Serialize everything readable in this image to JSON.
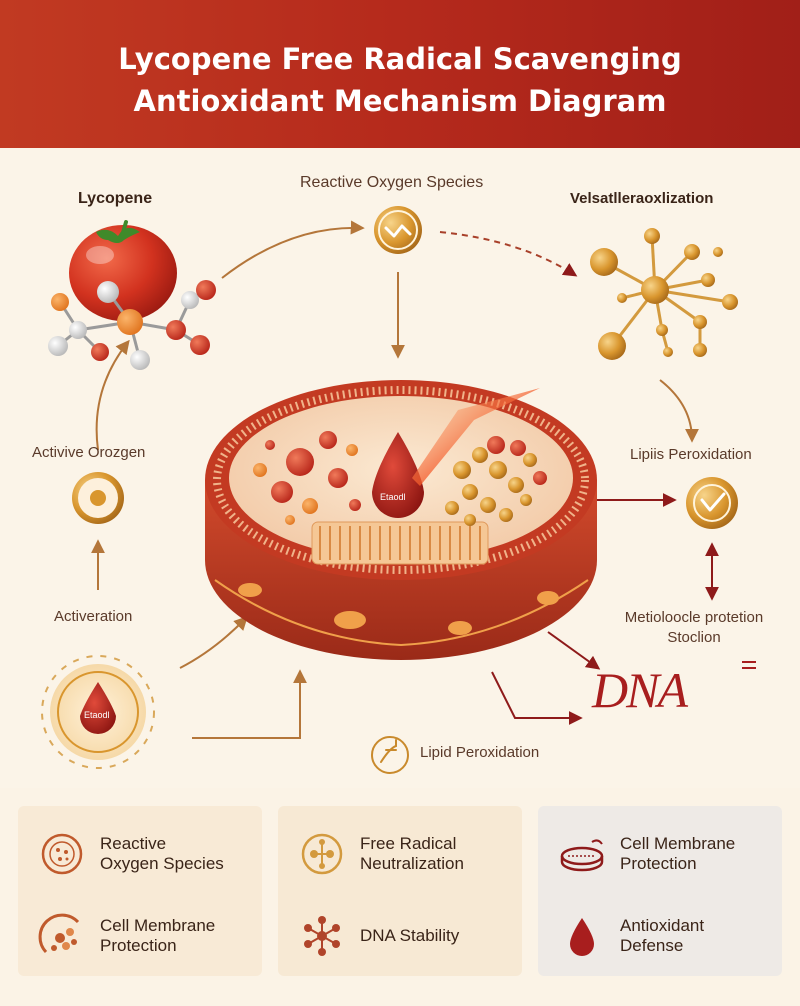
{
  "header": {
    "title_line1": "Lycopene Free Radical Scavenging",
    "title_line2": "Antioxidant Mechanism Diagram"
  },
  "diagram": {
    "labels": {
      "lycopene": "Lycopene",
      "reactive_oxygen_species": "Reactive Oxygen Species",
      "velsatlen": "Velsatlleraoxlization",
      "active_oxygen": "Activive Orozgen",
      "lipid_peroxidation_right": "Lipiis Peroxidation",
      "activation": "Activeration",
      "metabolic_line1": "Metioloocle protetion",
      "metabolic_line2": "Stoclion",
      "dna": "DNA",
      "lipid_peroxidation_bottom": "Lipid Peroxidation",
      "drop_center": "Etaodl",
      "drop_left": "Etaodl"
    }
  },
  "legend": {
    "panels": [
      {
        "items": [
          {
            "line1": "Reactive",
            "line2": "Oxygen Species",
            "icon": "cell-circle-icon"
          },
          {
            "line1": "Cell Membrane",
            "line2": "Protection",
            "icon": "membrane-particles-icon"
          }
        ]
      },
      {
        "items": [
          {
            "line1": "Free Radical",
            "line2": "Neutralization",
            "icon": "molecule-network-icon"
          },
          {
            "line1": "DNA Stability",
            "line2": "",
            "icon": "radical-network-icon"
          }
        ]
      },
      {
        "items": [
          {
            "line1": "Cell Membrane",
            "line2": "Protection",
            "icon": "membrane-dish-icon"
          },
          {
            "line1": "Antioxidant",
            "line2": "Defense",
            "icon": "dna-drop-icon"
          }
        ]
      }
    ]
  },
  "colors": {
    "header_red": "#b52a1c",
    "accent_orange": "#c98a2c",
    "tomato_red": "#c42b1c",
    "dark_red": "#8e1a1a",
    "panel_1": "#f8ead6",
    "panel_2": "#f7e9d4",
    "panel_3": "#eeeae6"
  }
}
